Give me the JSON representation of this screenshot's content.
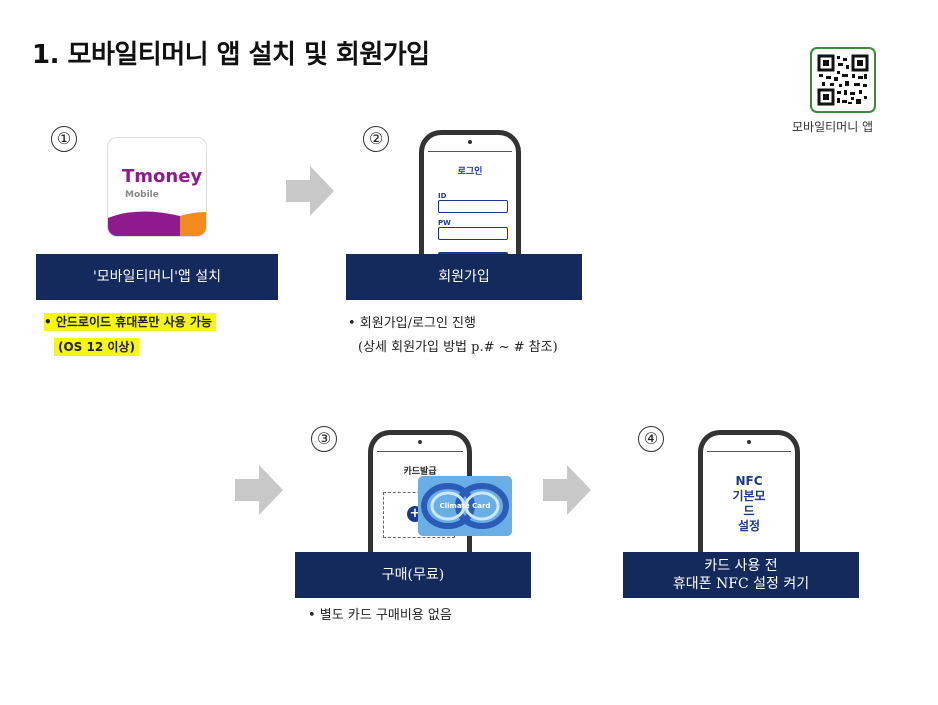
{
  "title": "1. 모바일티머니 앱 설치 및 회원가입",
  "qr": {
    "label": "모바일티머니 앱",
    "icon": "qr-code-icon"
  },
  "steps": [
    {
      "num": "①",
      "label": "'모바일티머니'앱 설치",
      "notes": [
        "• 안드로이드 휴대폰만 사용 가능",
        "(OS 12 이상)"
      ]
    },
    {
      "num": "②",
      "label": "회원가입",
      "phone": {
        "title": "로그인",
        "id_label": "ID",
        "pw_label": "PW"
      },
      "notes": [
        "• 회원가입/로그인 진행",
        "(상세 회원가입 방법 p.# ~ # 참조)"
      ]
    },
    {
      "num": "③",
      "label": "구매(무료)",
      "phone": {
        "title": "카드발급",
        "card_text": "Climate Card"
      },
      "notes": [
        "• 별도 카드 구매비용 없음"
      ]
    },
    {
      "num": "④",
      "label_lines": [
        "카드 사용 전",
        "휴대폰 NFC 설정 켜기"
      ],
      "phone": {
        "lines": [
          "NFC",
          "기본모",
          "드",
          "설정"
        ]
      }
    }
  ],
  "app_icon": {
    "brand": "Tmoney",
    "sub": "Mobile",
    "colors": {
      "purple": "#8e1a8e",
      "orange": "#f28c1e"
    }
  },
  "colors": {
    "navy": "#142a5c",
    "highlight": "#f5f518",
    "arrow": "#c8c8c8"
  }
}
